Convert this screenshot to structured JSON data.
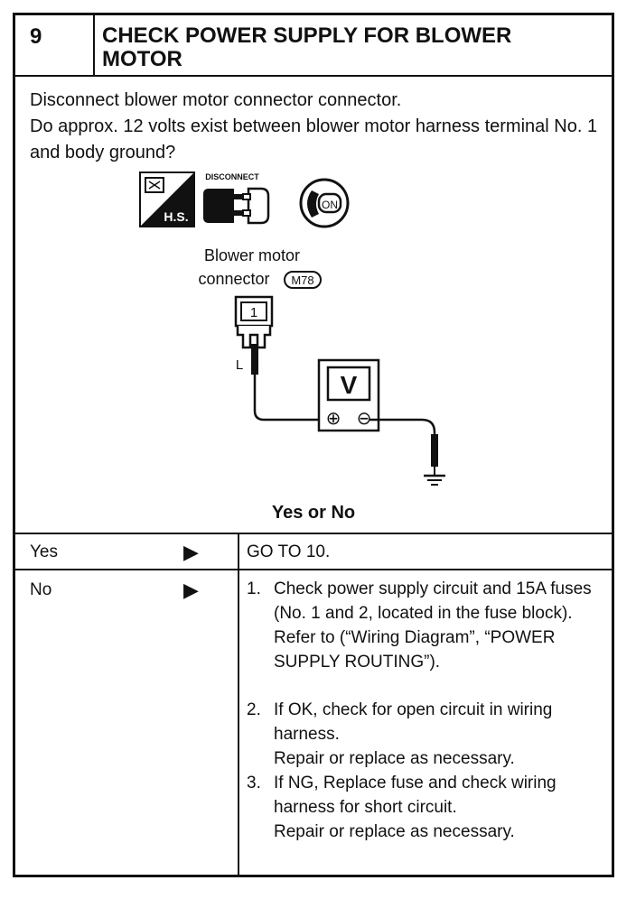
{
  "header": {
    "number": "9",
    "title": "CHECK POWER SUPPLY FOR BLOWER MOTOR"
  },
  "description": {
    "line1": "Disconnect blower motor connector connector.",
    "line2": "Do approx. 12 volts exist between blower motor harness terminal No. 1 and body ground?"
  },
  "diagram": {
    "icons": {
      "hs_label": "H.S.",
      "disconnect_label": "DISCONNECT",
      "ignition_label": "ON"
    },
    "connector_label_line1": "Blower motor",
    "connector_label_line2": "connector",
    "connector_id": "M78",
    "terminal_number": "1",
    "wire_color": "L",
    "meter_label": "V",
    "plus_symbol": "⊕",
    "minus_symbol": "⊖"
  },
  "prompt": "Yes or No",
  "answers": {
    "yes": {
      "label": "Yes",
      "arrow": "▶",
      "action": "GO TO 10."
    },
    "no": {
      "label": "No",
      "arrow": "▶",
      "steps": [
        {
          "n": "1.",
          "text": "Check power supply circuit and 15A fuses (No. 1 and 2, located in the fuse block).",
          "text2": "Refer to (“Wiring Diagram”, “POWER SUPPLY ROUTING”)."
        },
        {
          "n": "2.",
          "text": "If OK, check for open circuit in wiring harness.",
          "text2": "Repair or replace as necessary."
        },
        {
          "n": "3.",
          "text": "If NG, Replace fuse and check wiring harness for short circuit.",
          "text2": "Repair or replace as necessary."
        }
      ]
    }
  }
}
